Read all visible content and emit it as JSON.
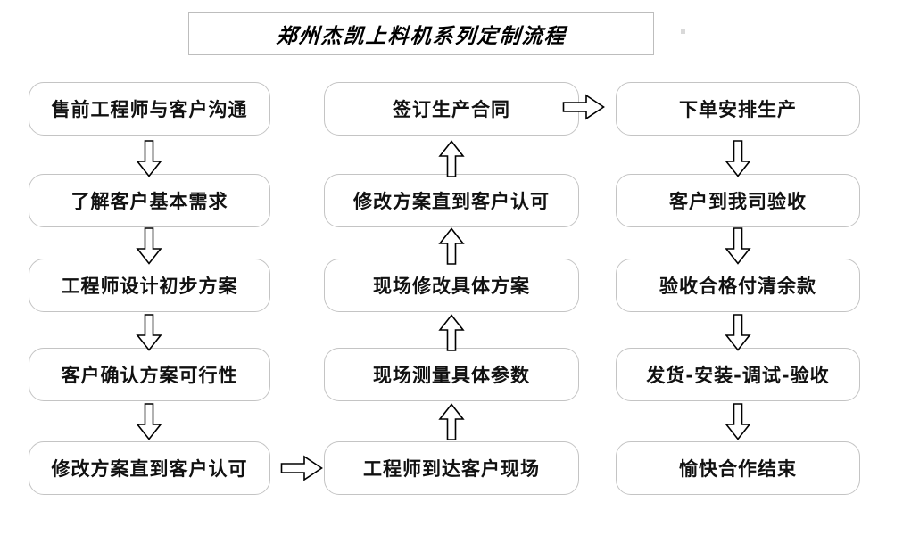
{
  "title": {
    "text": "郑州杰凯上料机系列定制流程"
  },
  "colors": {
    "background": "#ffffff",
    "box_border": "#c4c4c4",
    "title_border": "#bdbdbd",
    "text": "#111111",
    "arrow_fill": "#ffffff",
    "arrow_stroke": "#000000"
  },
  "columns": {
    "left": {
      "name": "pre-sales-design-column",
      "flow_direction": "down",
      "nodes": [
        {
          "id": "l1",
          "label": "售前工程师与客户沟通"
        },
        {
          "id": "l2",
          "label": "了解客户基本需求"
        },
        {
          "id": "l3",
          "label": "工程师设计初步方案"
        },
        {
          "id": "l4",
          "label": "客户确认方案可行性"
        },
        {
          "id": "l5",
          "label": "修改方案直到客户认可"
        }
      ]
    },
    "middle": {
      "name": "onsite-survey-column",
      "flow_direction": "up",
      "nodes": [
        {
          "id": "m1",
          "label": "签订生产合同"
        },
        {
          "id": "m2",
          "label": "修改方案直到客户认可"
        },
        {
          "id": "m3",
          "label": "现场修改具体方案"
        },
        {
          "id": "m4",
          "label": "现场测量具体参数"
        },
        {
          "id": "m5",
          "label": "工程师到达客户现场"
        }
      ]
    },
    "right": {
      "name": "production-delivery-column",
      "flow_direction": "down",
      "nodes": [
        {
          "id": "r1",
          "label": "下单安排生产"
        },
        {
          "id": "r2",
          "label": "客户到我司验收"
        },
        {
          "id": "r3",
          "label": "验收合格付清余款"
        },
        {
          "id": "r4",
          "label": "发货-安装-调试-验收"
        },
        {
          "id": "r5",
          "label": "愉快合作结束"
        }
      ]
    }
  },
  "connectors": [
    {
      "id": "c-l1-l2",
      "icon": "arrow-down-icon",
      "from": "l1",
      "to": "l2"
    },
    {
      "id": "c-l2-l3",
      "icon": "arrow-down-icon",
      "from": "l2",
      "to": "l3"
    },
    {
      "id": "c-l3-l4",
      "icon": "arrow-down-icon",
      "from": "l3",
      "to": "l4"
    },
    {
      "id": "c-l4-l5",
      "icon": "arrow-down-icon",
      "from": "l4",
      "to": "l5"
    },
    {
      "id": "c-l5-m5",
      "icon": "arrow-right-icon",
      "from": "l5",
      "to": "m5"
    },
    {
      "id": "c-m5-m4",
      "icon": "arrow-up-icon",
      "from": "m5",
      "to": "m4"
    },
    {
      "id": "c-m4-m3",
      "icon": "arrow-up-icon",
      "from": "m4",
      "to": "m3"
    },
    {
      "id": "c-m3-m2",
      "icon": "arrow-up-icon",
      "from": "m3",
      "to": "m2"
    },
    {
      "id": "c-m2-m1",
      "icon": "arrow-up-icon",
      "from": "m2",
      "to": "m1"
    },
    {
      "id": "c-m1-r1",
      "icon": "arrow-right-icon",
      "from": "m1",
      "to": "r1"
    },
    {
      "id": "c-r1-r2",
      "icon": "arrow-down-icon",
      "from": "r1",
      "to": "r2"
    },
    {
      "id": "c-r2-r3",
      "icon": "arrow-down-icon",
      "from": "r2",
      "to": "r3"
    },
    {
      "id": "c-r3-r4",
      "icon": "arrow-down-icon",
      "from": "r3",
      "to": "r4"
    },
    {
      "id": "c-r4-r5",
      "icon": "arrow-down-icon",
      "from": "r4",
      "to": "r5"
    }
  ]
}
